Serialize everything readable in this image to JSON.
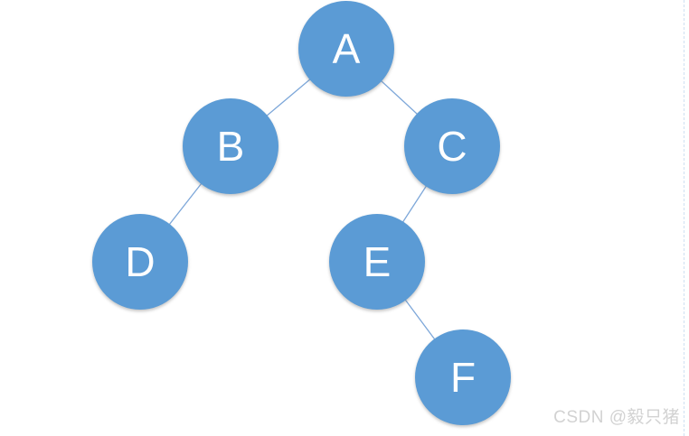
{
  "diagram": {
    "type": "binary-tree",
    "title": "",
    "nodes": [
      {
        "id": "A",
        "label": "A",
        "level": 0
      },
      {
        "id": "B",
        "label": "B",
        "level": 1
      },
      {
        "id": "C",
        "label": "C",
        "level": 1
      },
      {
        "id": "D",
        "label": "D",
        "level": 2
      },
      {
        "id": "E",
        "label": "E",
        "level": 2
      },
      {
        "id": "F",
        "label": "F",
        "level": 3
      }
    ],
    "edges": [
      {
        "from": "A",
        "to": "B"
      },
      {
        "from": "A",
        "to": "C"
      },
      {
        "from": "B",
        "to": "D"
      },
      {
        "from": "C",
        "to": "E"
      },
      {
        "from": "E",
        "to": "F"
      }
    ],
    "colors": {
      "node_fill": "#5b9bd5",
      "node_text": "#ffffff",
      "edge_stroke": "#7da7d9",
      "background": "#ffffff",
      "boundary_dash": "#cfe0f2"
    }
  },
  "watermark": {
    "text": "CSDN @毅只猪",
    "color": "#d2d2d2"
  }
}
